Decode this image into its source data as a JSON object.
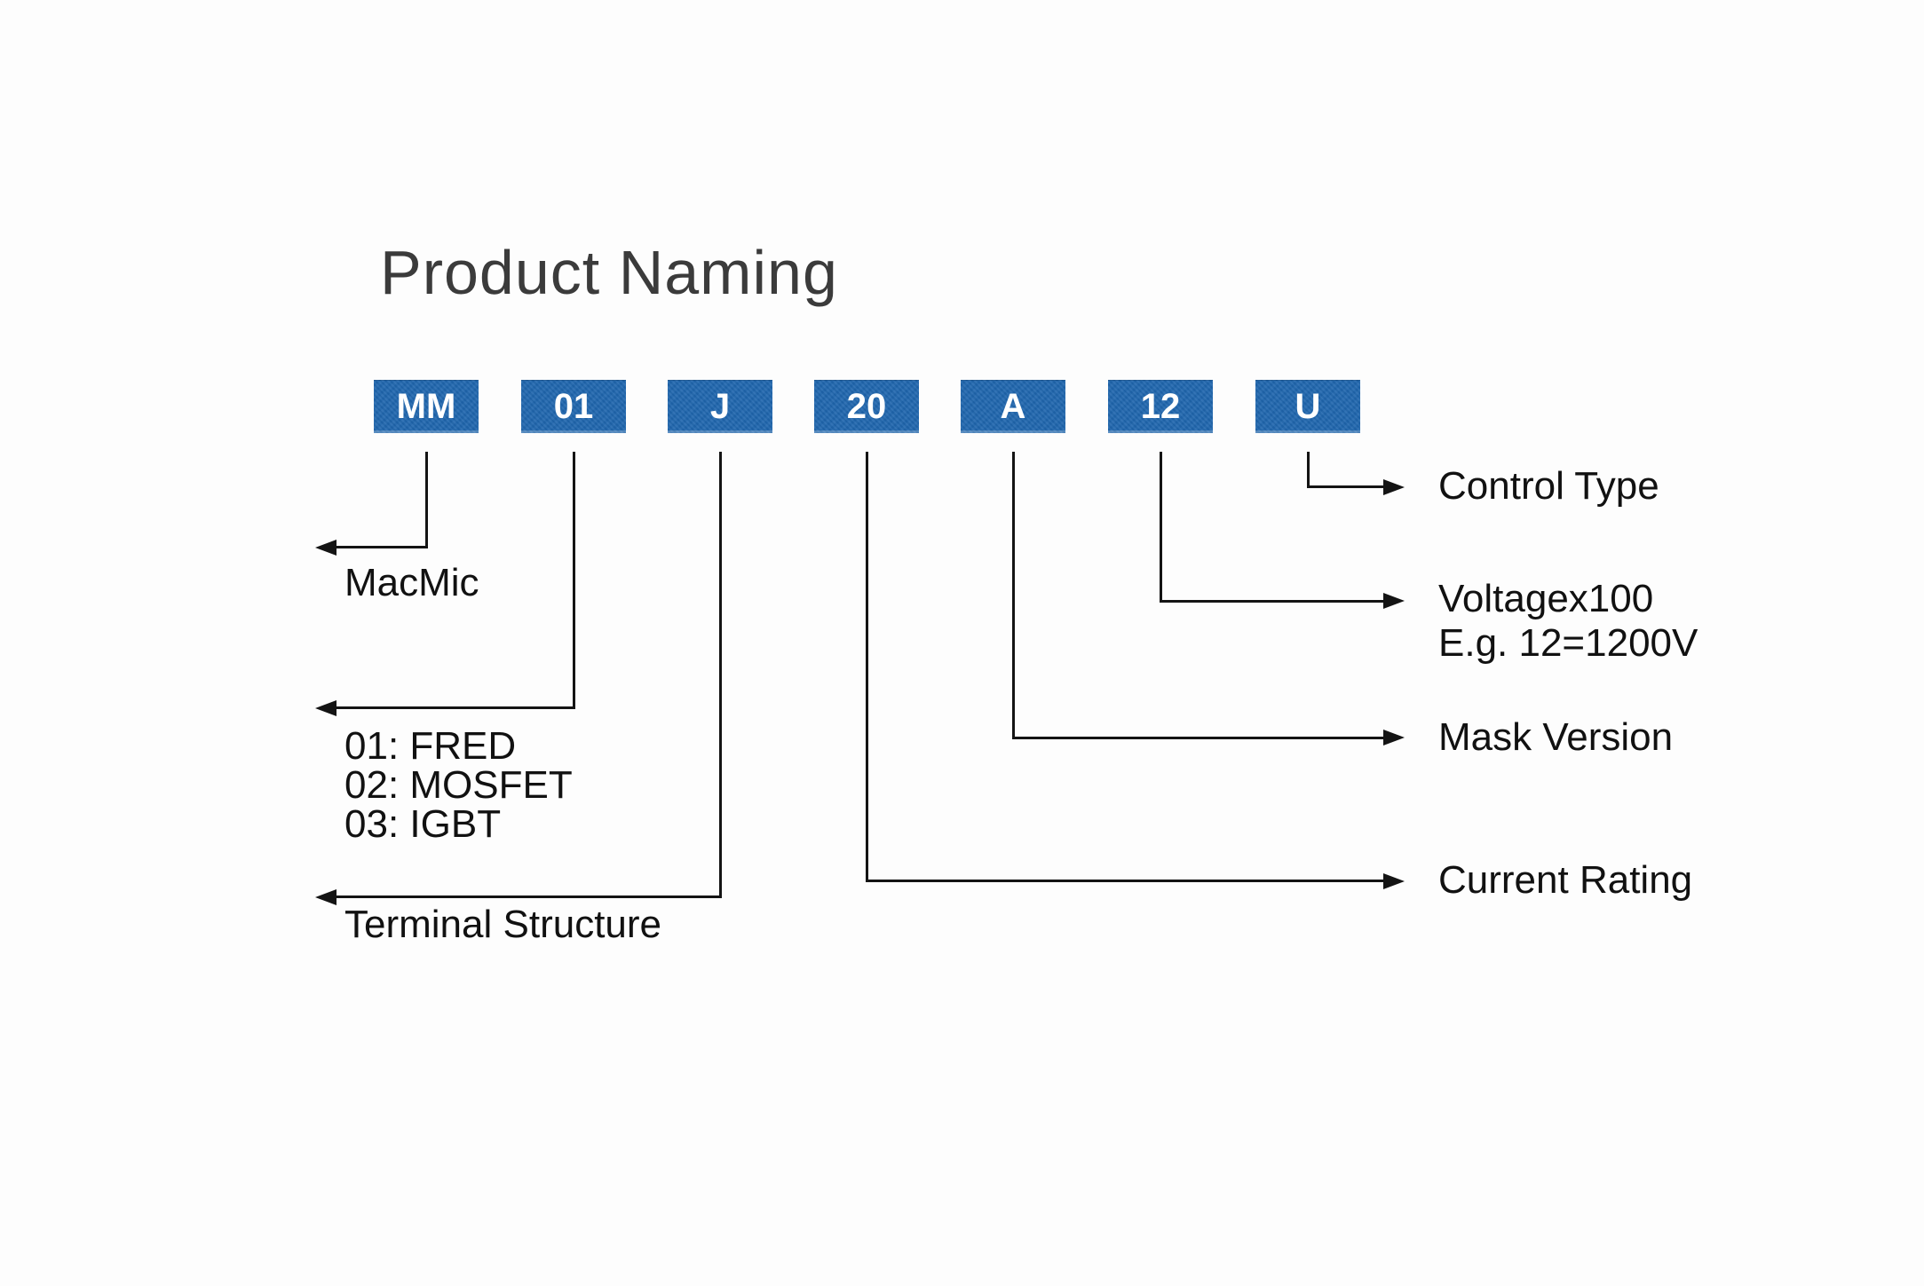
{
  "title": "Product Naming",
  "colors": {
    "box_blue": "#1F66AE",
    "box_text": "#FFFFFF",
    "line_black": "#141414",
    "title_gray": "#3B3B3B",
    "background": "#FDFDFD"
  },
  "segments": [
    {
      "code": "MM",
      "side": "left",
      "meaning": [
        "MacMic"
      ]
    },
    {
      "code": "01",
      "side": "left",
      "meaning": [
        "01: FRED",
        "02: MOSFET",
        "03: IGBT"
      ]
    },
    {
      "code": "J",
      "side": "left",
      "meaning": [
        "Terminal Structure"
      ]
    },
    {
      "code": "20",
      "side": "right",
      "meaning": [
        "Current Rating"
      ]
    },
    {
      "code": "A",
      "side": "right",
      "meaning": [
        "Mask Version"
      ]
    },
    {
      "code": "12",
      "side": "right",
      "meaning": [
        "Voltagex100",
        "E.g. 12=1200V"
      ]
    },
    {
      "code": "U",
      "side": "right",
      "meaning": [
        "Control Type"
      ]
    }
  ]
}
